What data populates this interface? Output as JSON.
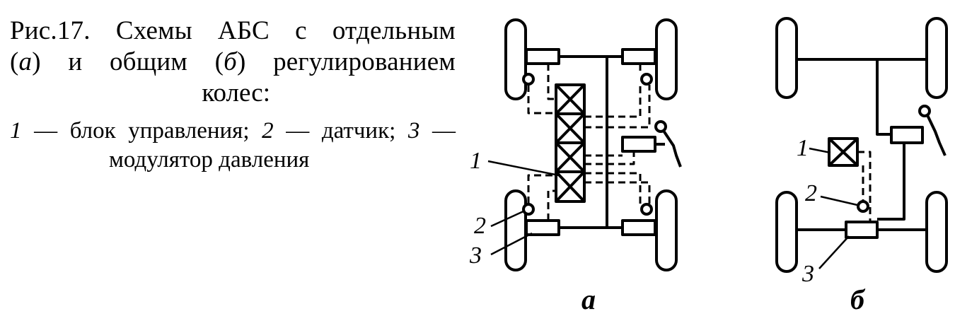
{
  "caption": {
    "title_line1": "Рис.17.  Схемы АБС с отдельным",
    "title_line2_open": "(",
    "title_line2_a": "а",
    "title_line2_mid": ") и общим (",
    "title_line2_b": "б",
    "title_line2_end": ") регулированием",
    "title_line3": "колес:",
    "legend": [
      {
        "num": "1",
        "text": " — блок управления; "
      },
      {
        "num": "2",
        "text": " — датчик; "
      },
      {
        "num": "3",
        "text": " —"
      }
    ],
    "legend_last": "модулятор давления"
  },
  "diagram_a": {
    "label": "а",
    "callouts": [
      "1",
      "2",
      "3"
    ]
  },
  "diagram_b": {
    "label": "б",
    "callouts": [
      "1",
      "2",
      "3"
    ]
  }
}
